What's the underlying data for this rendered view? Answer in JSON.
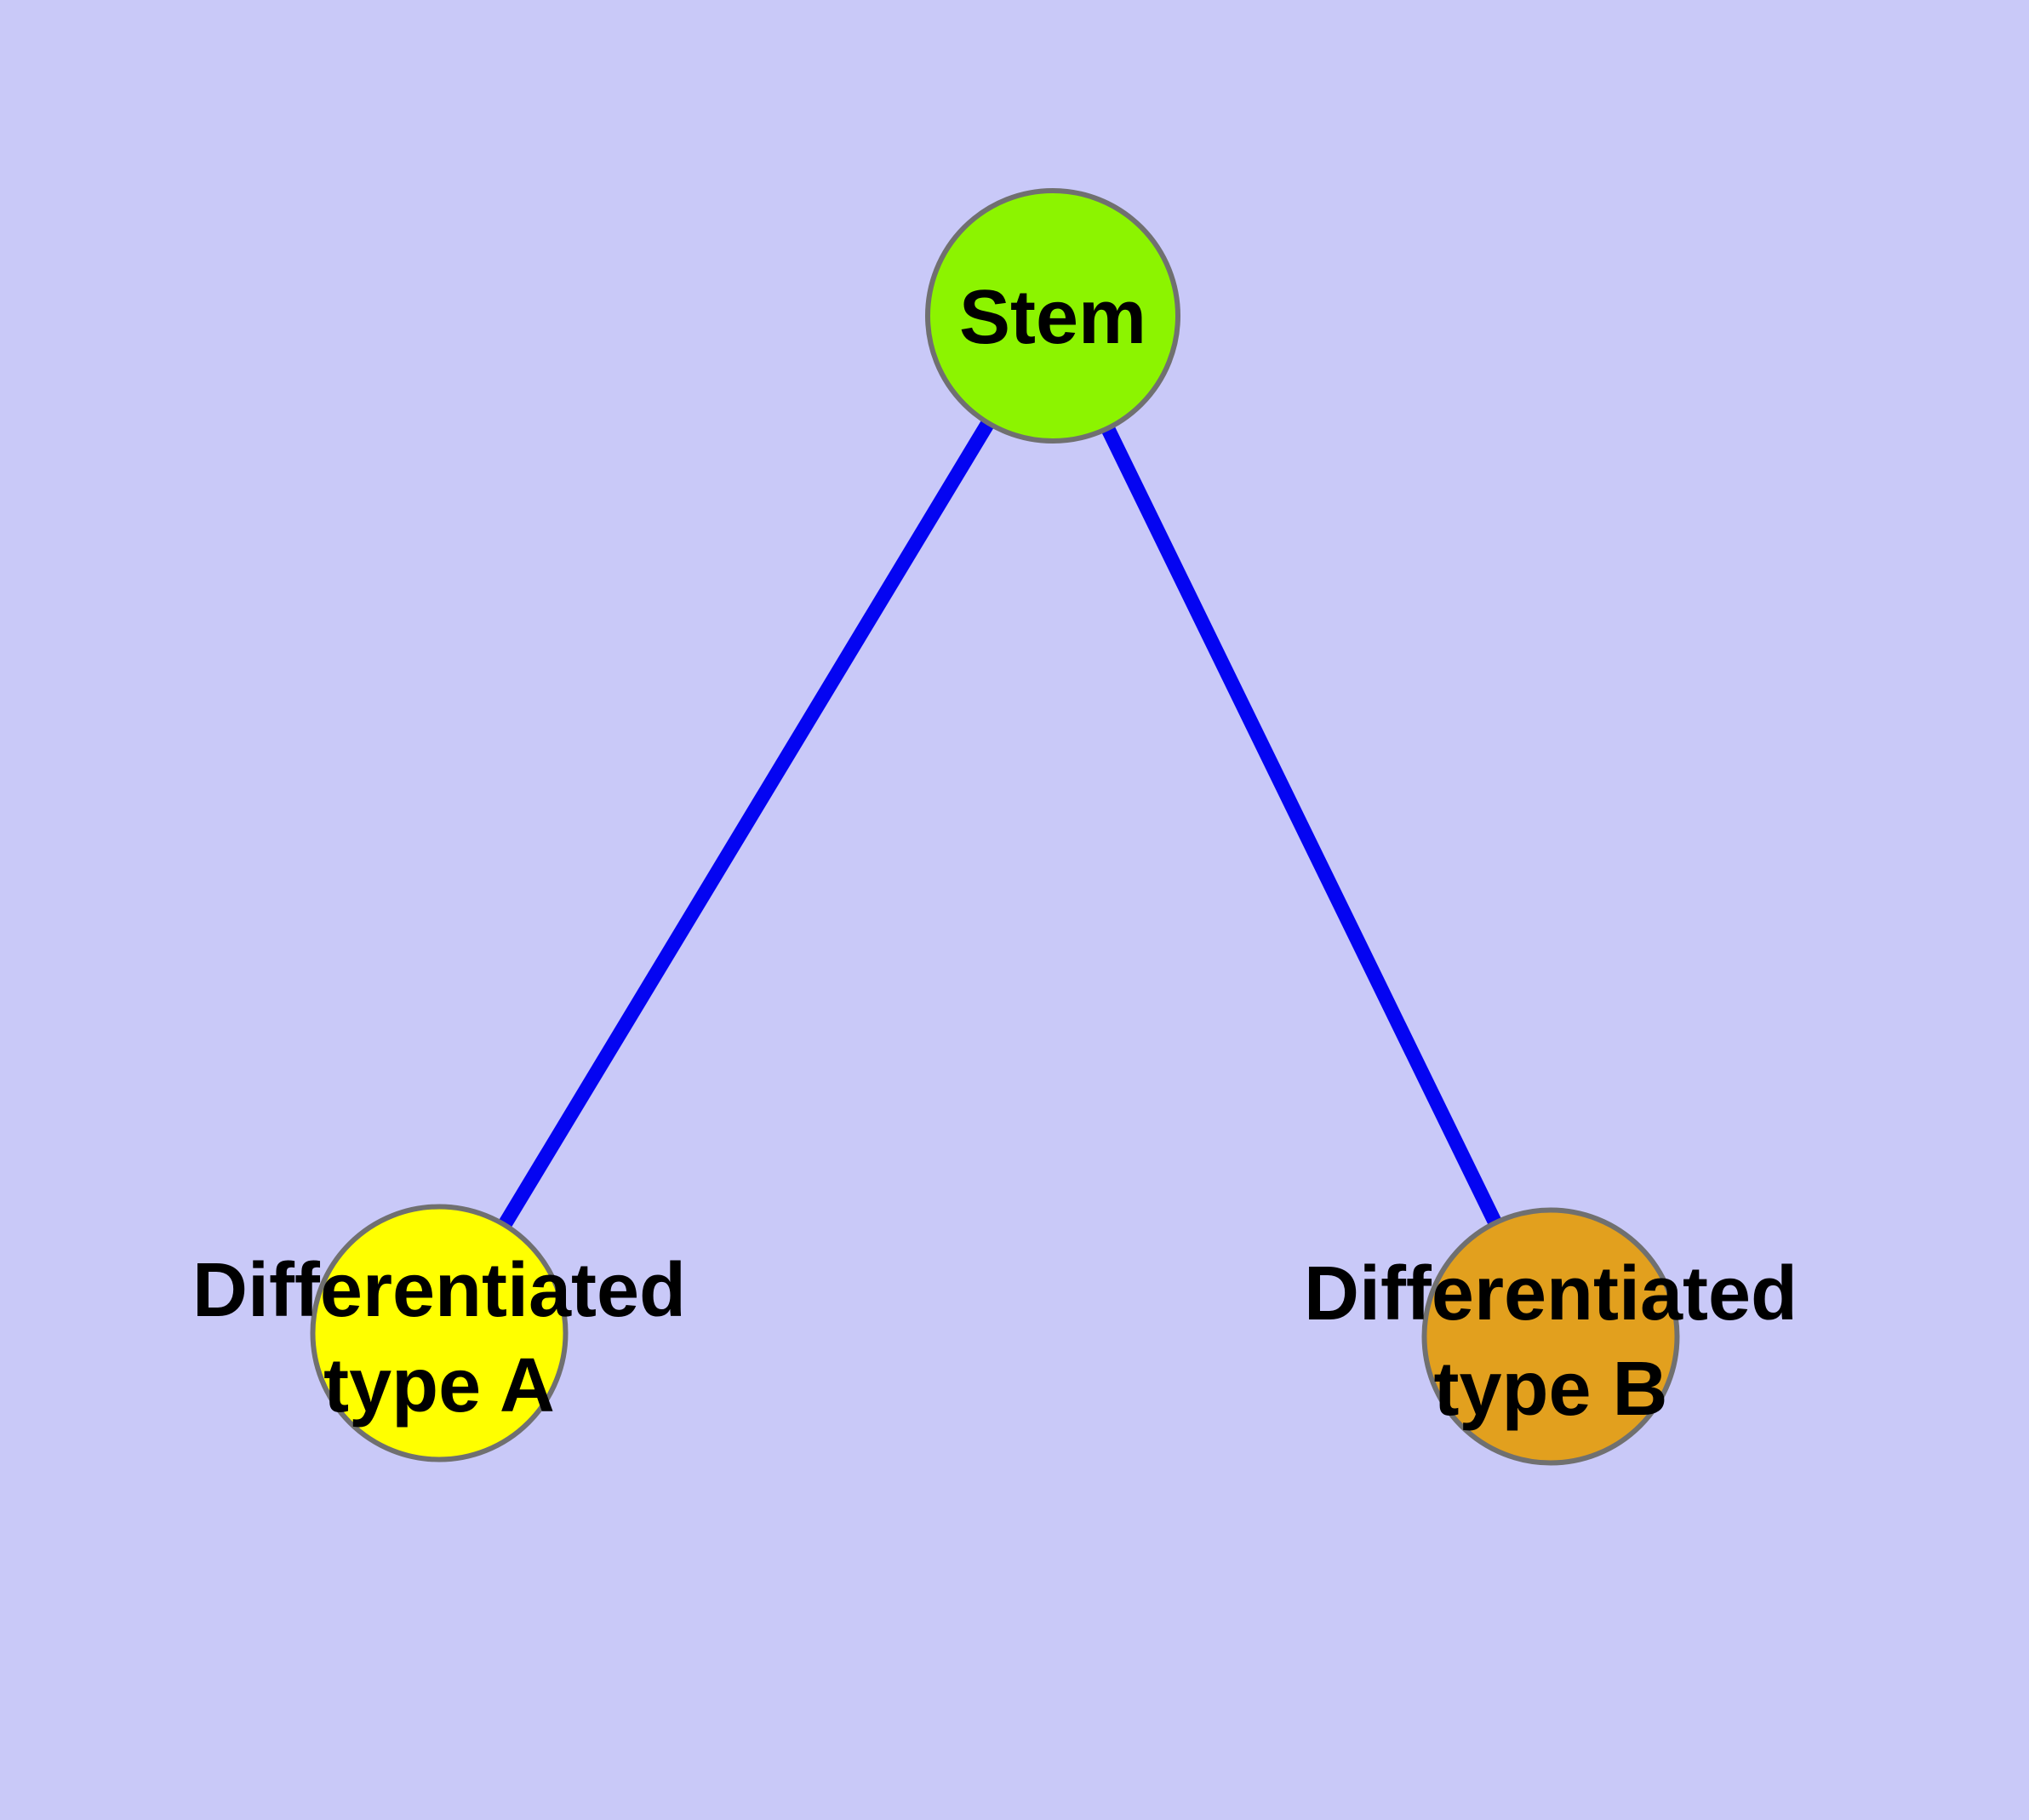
{
  "diagram": {
    "type": "node-link-graph",
    "background_color": "#C9C9F8",
    "edge_color": "#0404F2",
    "node_border_color": "#707070",
    "label_text_color": "#000000",
    "nodes": [
      {
        "id": "stem",
        "label": "Stem",
        "fill_color": "#8CF400",
        "shape": "circle"
      },
      {
        "id": "type-a",
        "label": "Differentiated\ntype A",
        "fill_color": "#FFFF00",
        "shape": "circle"
      },
      {
        "id": "type-b",
        "label": "Differentiated\ntype B",
        "fill_color": "#E2A01E",
        "shape": "circle"
      }
    ],
    "edges": [
      {
        "from": "stem",
        "to": "type-a"
      },
      {
        "from": "stem",
        "to": "type-b"
      }
    ]
  }
}
